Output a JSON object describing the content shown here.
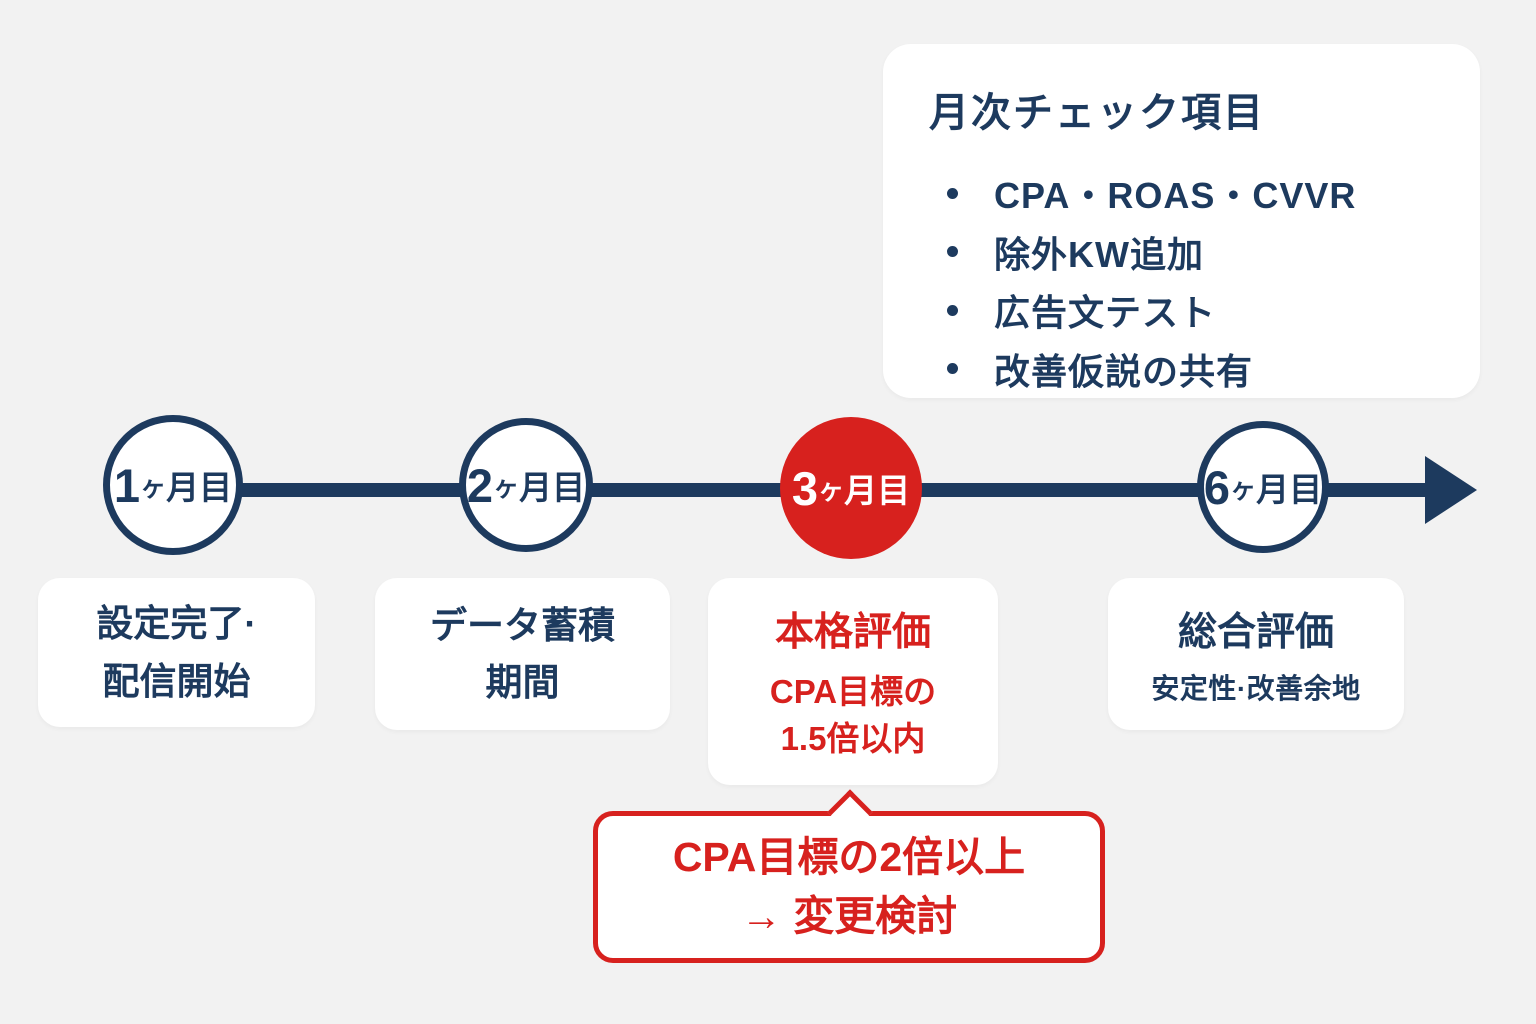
{
  "colors": {
    "bg": "#f2f2f2",
    "navy": "#1d3a5e",
    "red": "#d7211e"
  },
  "checklist": {
    "title": "月次チェック項目",
    "items": [
      "CPA・ROAS・CVVR",
      "除外KW追加",
      "広告文テスト",
      "改善仮説の共有"
    ]
  },
  "milestones": [
    {
      "num": "1",
      "small": "ヶ",
      "rest": "月目"
    },
    {
      "num": "2",
      "small": "ヶ",
      "rest": "月目"
    },
    {
      "num": "3",
      "small": "ヶ",
      "rest": "月目"
    },
    {
      "num": "6",
      "small": "ヶ",
      "rest": "月目"
    }
  ],
  "stages": [
    {
      "line1": "設定完了·",
      "line2": "配信開始"
    },
    {
      "line1": "データ蓄積",
      "line2": "期間"
    },
    {
      "title": "本格評価",
      "line1": "CPA目標の",
      "line2": "1.5倍以内"
    },
    {
      "title": "総合評価",
      "subtitle": "安定性·改善余地"
    }
  ],
  "callout": {
    "line1": "CPA目標の2倍以上",
    "line2": "→ 変更検討"
  }
}
